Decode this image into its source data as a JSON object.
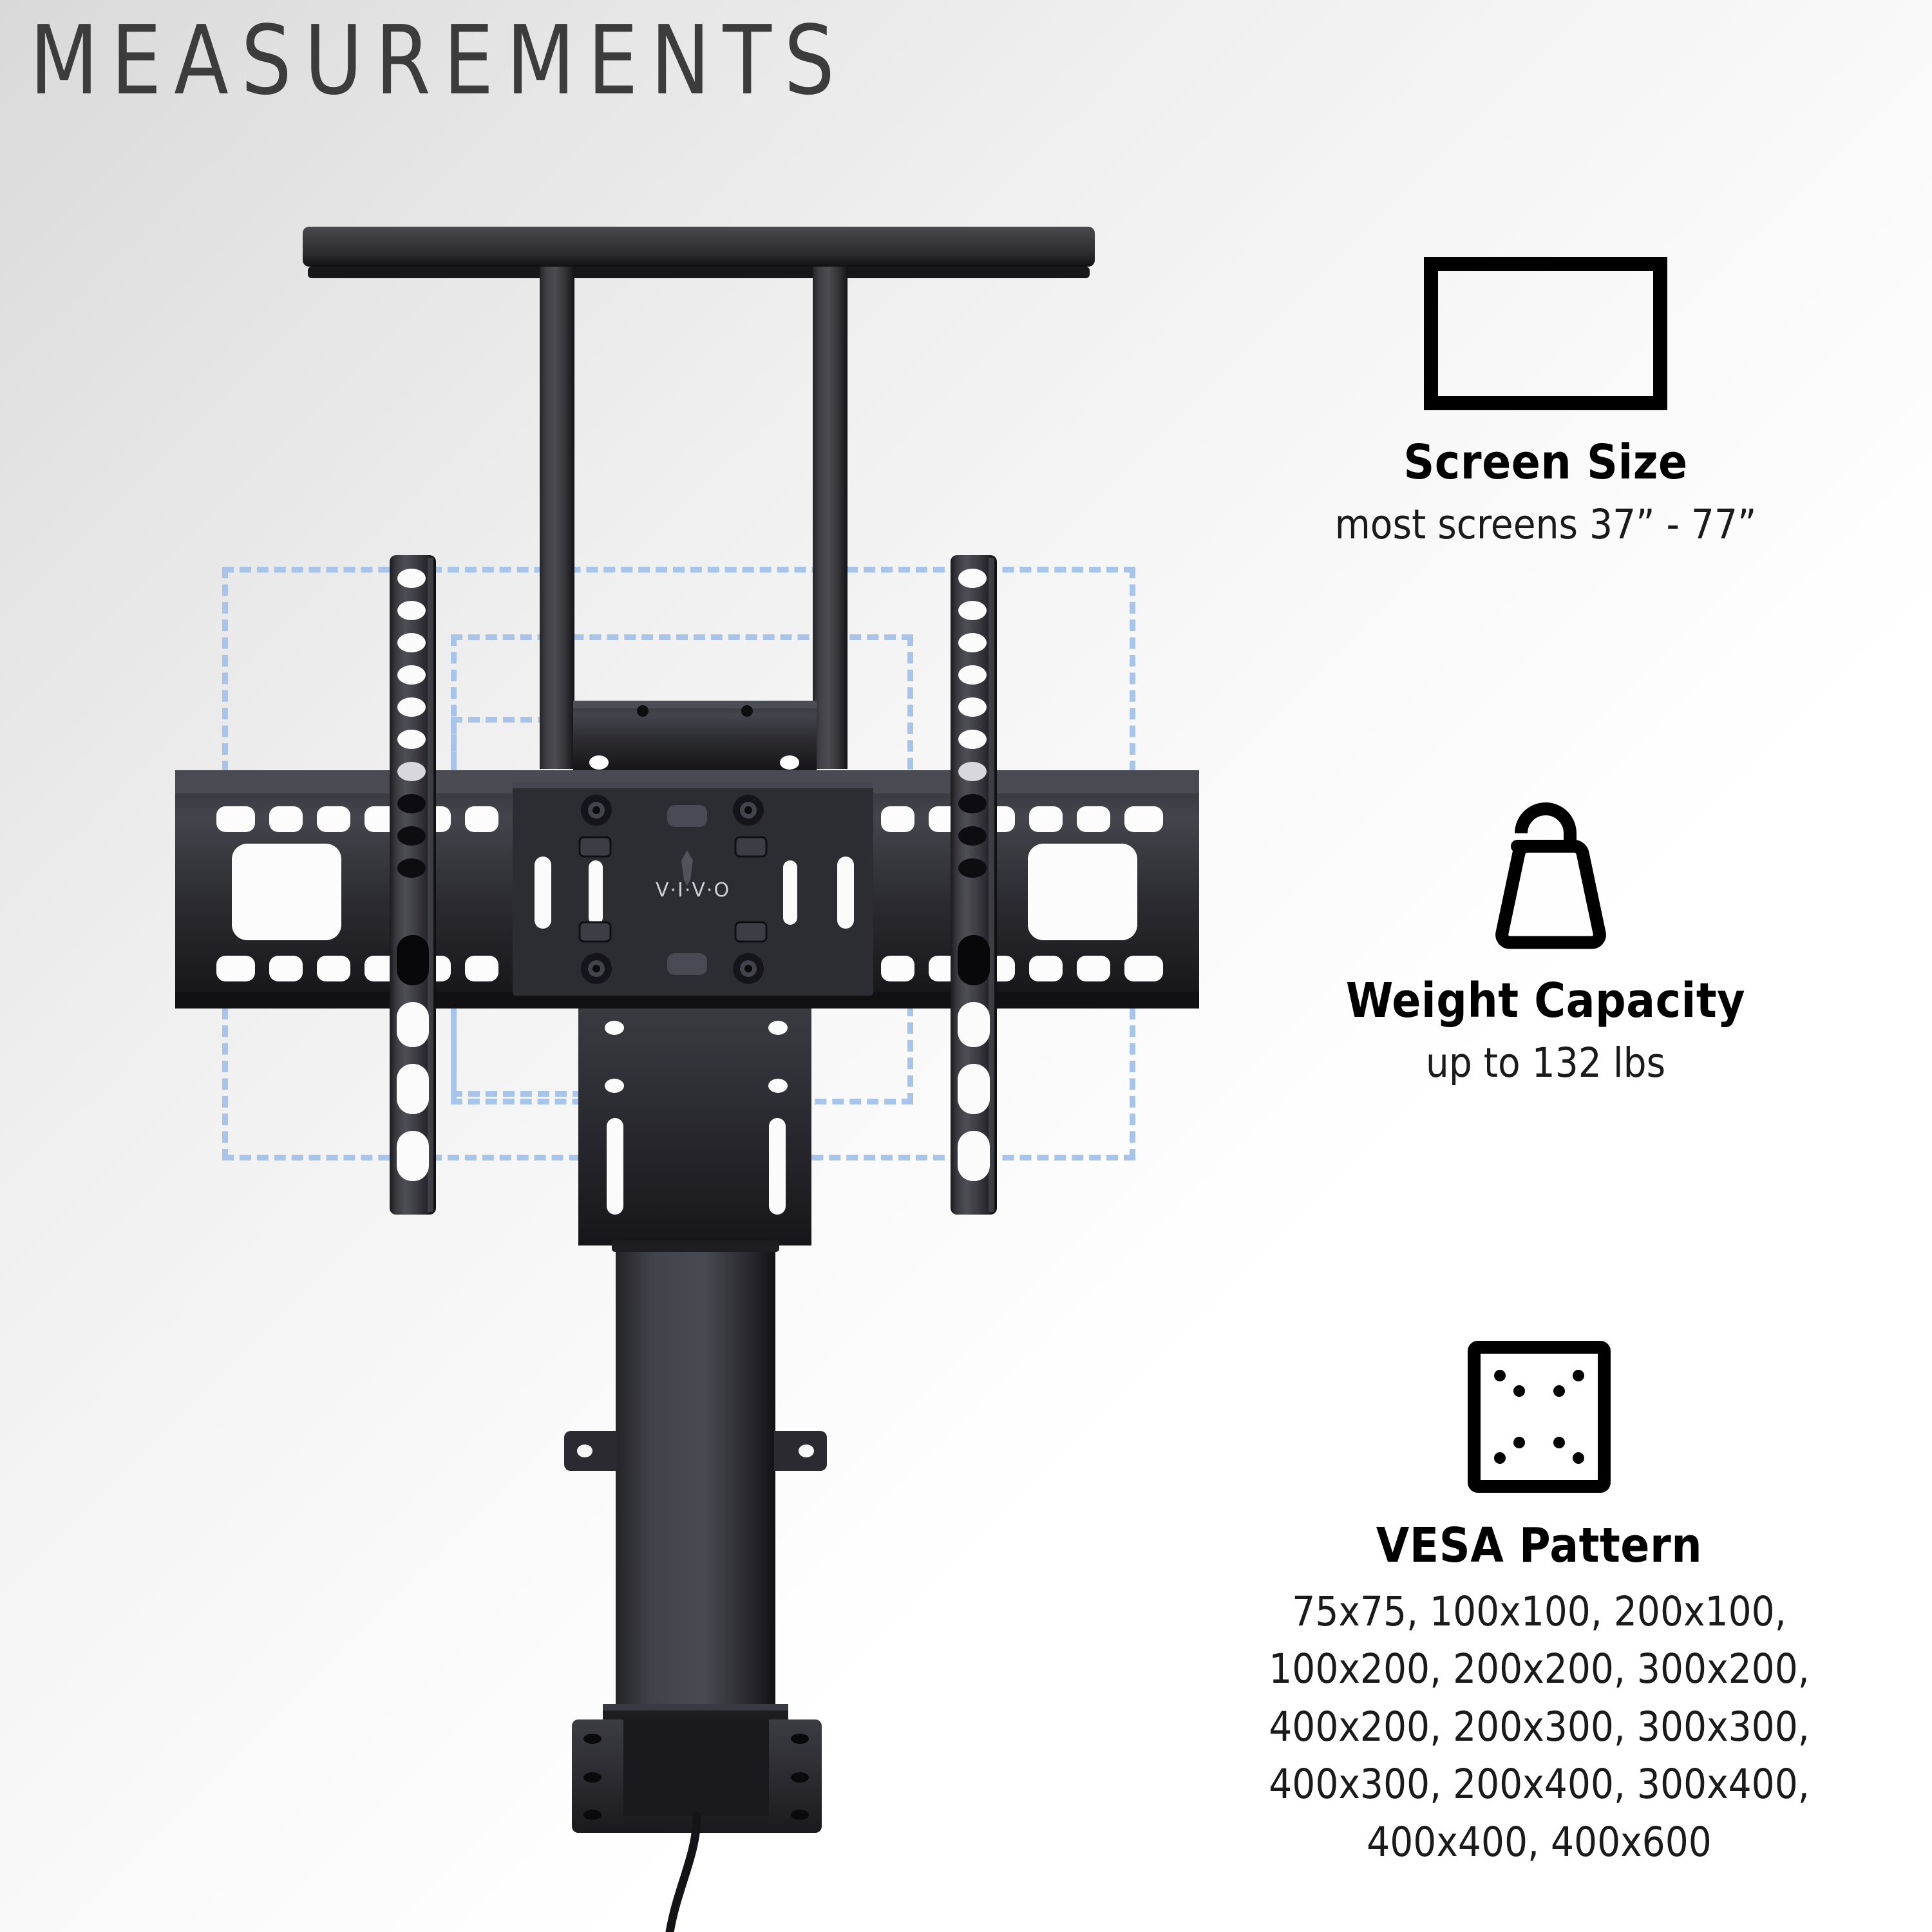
{
  "page": {
    "title": "MEASUREMENTS",
    "background_top": "#d9d9d9",
    "background_bottom": "#ffffff",
    "guide_color": "#a9c4e9"
  },
  "product": {
    "brand_logo": "V·I·V·O",
    "description": "TV lift mount with top shelf bar, tilting wall bracket, adjustable vertical rails, motorized column and base plate",
    "icon_names": [
      "tv-lift-mount-illustration",
      "vesa-guide-rectangles"
    ]
  },
  "specs": [
    {
      "id": "screen-size",
      "icon": "screen-rectangle-icon",
      "title": "Screen Size",
      "detail": "most screens 37” - 77”"
    },
    {
      "id": "weight-capacity",
      "icon": "weight-block-icon",
      "title": "Weight Capacity",
      "detail": "up to 132 lbs"
    },
    {
      "id": "vesa-pattern",
      "icon": "vesa-plate-icon",
      "title": "VESA Pattern",
      "detail_lines": [
        "75x75, 100x100, 200x100,",
        "100x200, 200x200, 300x200,",
        "400x200, 200x300, 300x300,",
        "400x300, 200x400, 300x400,",
        "400x400, 400x600"
      ]
    }
  ]
}
